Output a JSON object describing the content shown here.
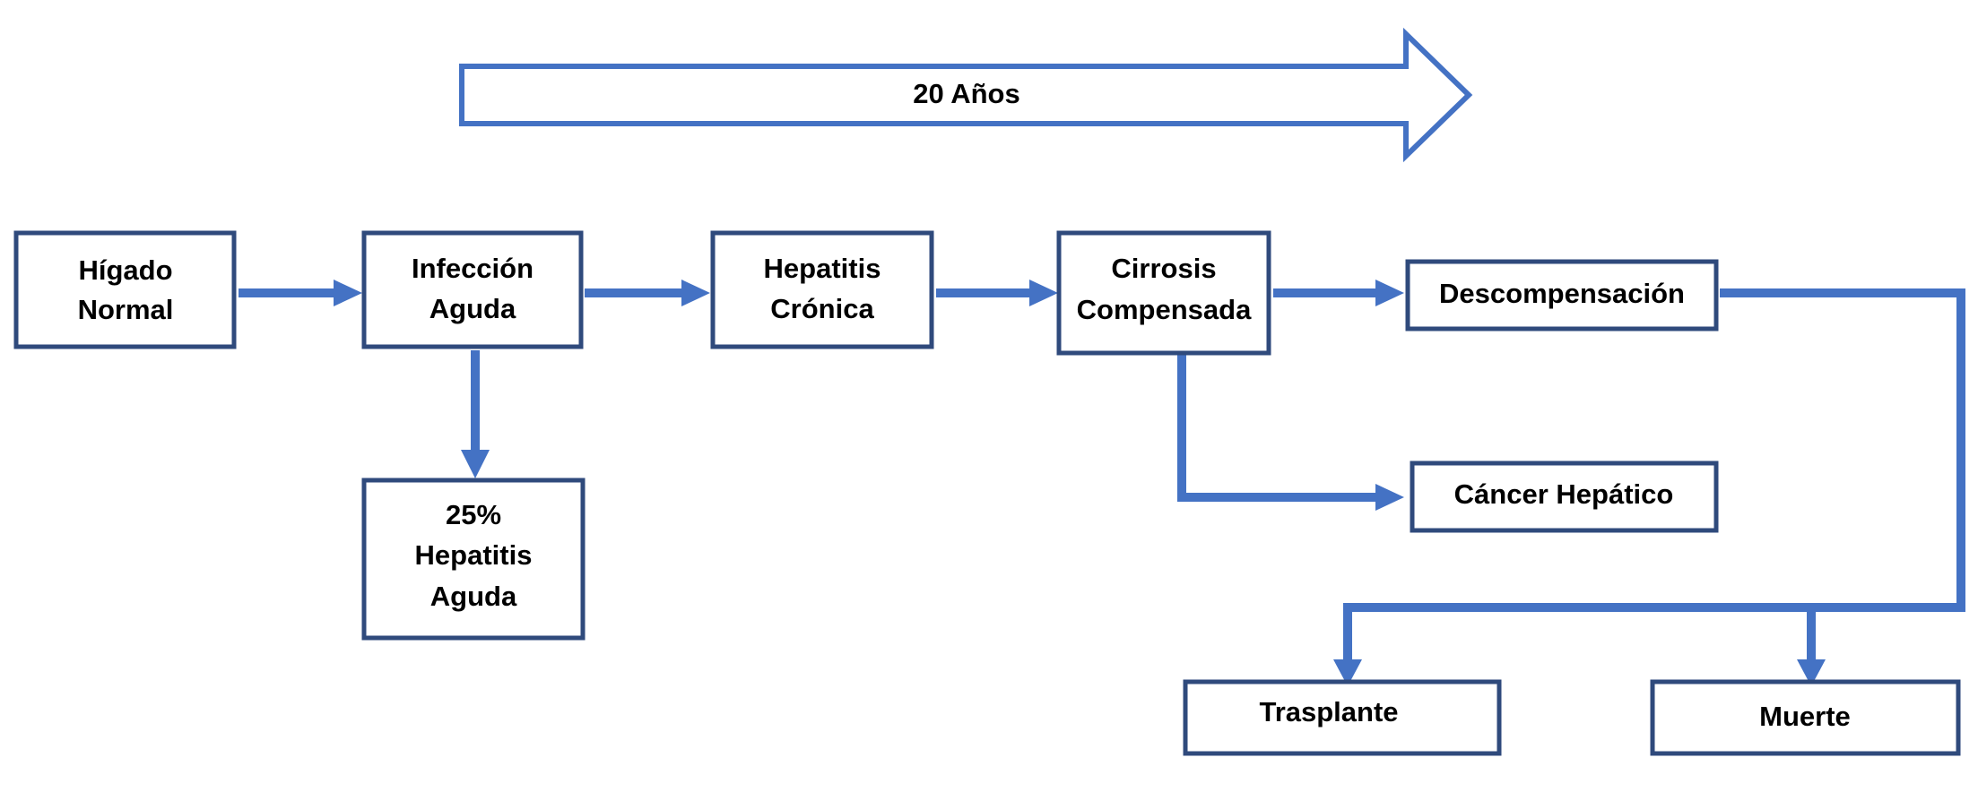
{
  "timeline": {
    "label": "20 Años"
  },
  "nodes": {
    "higado_normal": [
      "Hígado",
      "Normal"
    ],
    "infeccion_aguda": [
      "Infección",
      "Aguda"
    ],
    "hepatitis_aguda": [
      "25%",
      "Hepatitis",
      "Aguda"
    ],
    "hepatitis_cronica": [
      "Hepatitis",
      "Crónica"
    ],
    "cirrosis_compensada": [
      "Cirrosis",
      "Compensada"
    ],
    "descompensacion": [
      "Descompensación"
    ],
    "cancer_hepatico": [
      "Cáncer Hepático"
    ],
    "trasplante": [
      "Trasplante"
    ],
    "muerte": [
      "Muerte"
    ]
  },
  "colors": {
    "arrow": "#4472c4",
    "box_border": "#2f4a7c",
    "text": "#000000"
  }
}
